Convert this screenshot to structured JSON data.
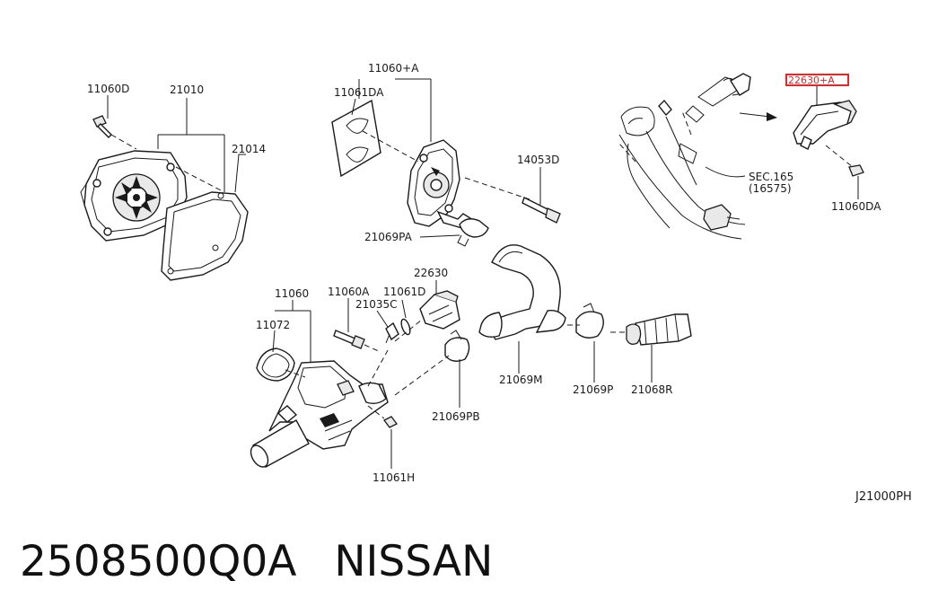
{
  "diagram_code": "J21000PH",
  "part_number": "2508500Q0A",
  "brand": "NISSAN",
  "highlight_color": "#e3262a",
  "labels": {
    "l11060D": "11060D",
    "l21010": "21010",
    "l21014": "21014",
    "l11060A_plus": "11060+A",
    "l11061DA": "11061DA",
    "l14053D": "14053D",
    "l21069PA": "21069PA",
    "l22630_plus_A": "22630+A",
    "lSEC165": "SEC.165",
    "l16575": "(16575)",
    "l11060DA": "11060DA",
    "l11060": "11060",
    "l11060A": "11060A",
    "l11061D": "11061D",
    "l21035C": "21035C",
    "l22630": "22630",
    "l11072": "11072",
    "l21069M": "21069M",
    "l21069P": "21069P",
    "l21068R": "21068R",
    "l21069PB": "21069PB",
    "l11061H": "11061H"
  }
}
